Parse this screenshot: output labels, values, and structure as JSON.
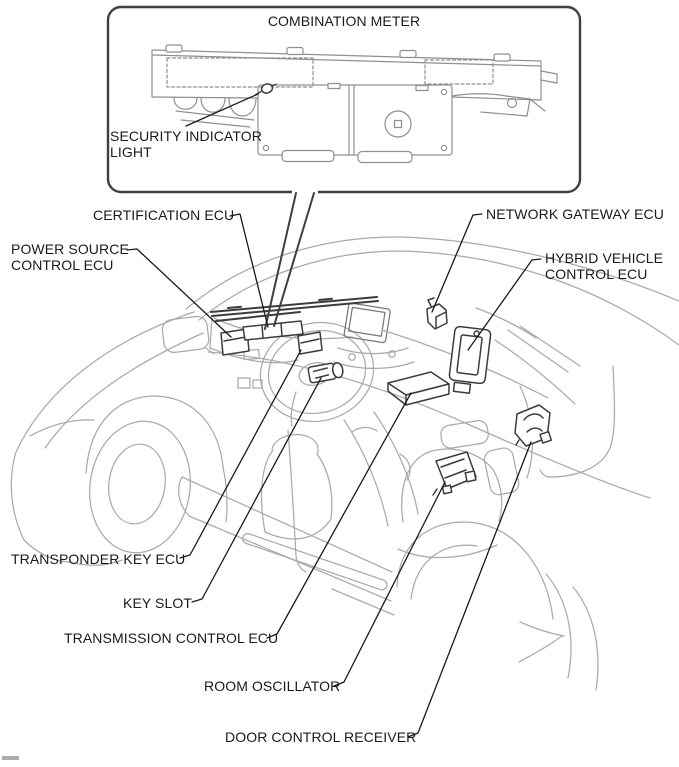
{
  "diagram": {
    "inset": {
      "title": "COMBINATION METER",
      "security_label_line1": "SECURITY INDICATOR",
      "security_label_line2": "LIGHT"
    },
    "labels": {
      "power_source_line1": "POWER SOURCE",
      "power_source_line2": "CONTROL ECU",
      "certification": "CERTIFICATION ECU",
      "network_gateway": "NETWORK GATEWAY ECU",
      "hybrid_line1": "HYBRID VEHICLE",
      "hybrid_line2": "CONTROL ECU",
      "transponder": "TRANSPONDER KEY ECU",
      "key_slot": "KEY SLOT",
      "transmission": "TRANSMISSION CONTROL ECU",
      "room_oscillator": "ROOM OSCILLATOR",
      "door_control_receiver": "DOOR CONTROL RECEIVER"
    },
    "colors": {
      "background": "#ffffff",
      "car_line": "#aaaaaa",
      "detail_line": "#3c3c3c",
      "leader_line": "#1a1a1a",
      "text": "#1a1a1a",
      "inset_border": "#3f3f3f",
      "meter_line": "#8f8f8f"
    }
  }
}
